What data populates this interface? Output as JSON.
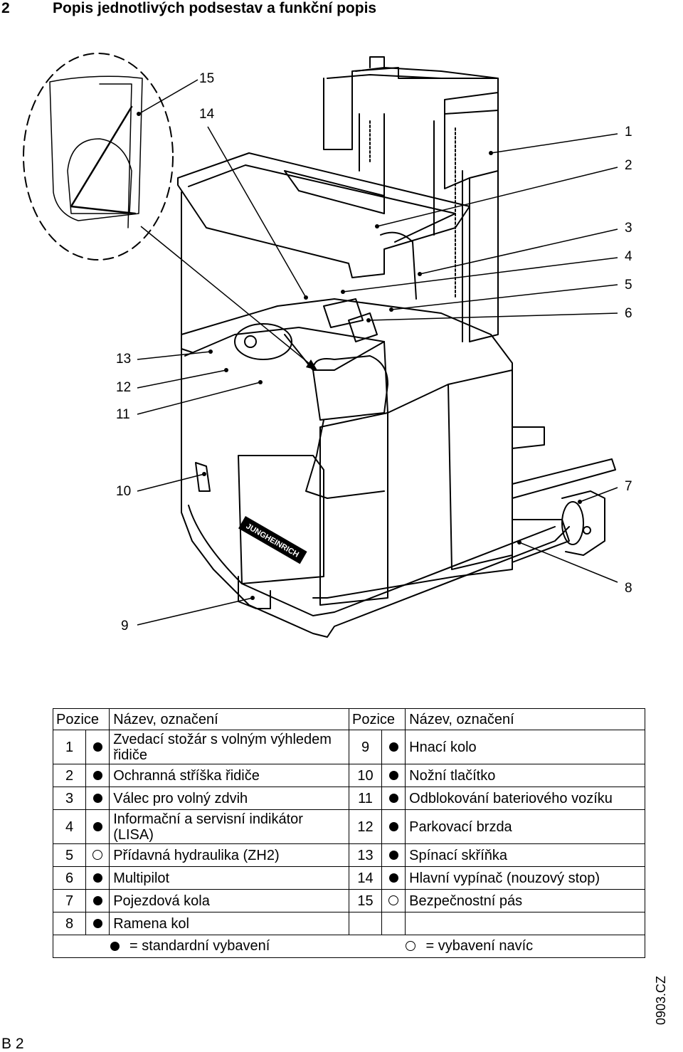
{
  "heading": {
    "number": "2",
    "title": "Popis jednotlivých podsestav a funkční popis"
  },
  "callouts": [
    "15",
    "14",
    "1",
    "2",
    "3",
    "4",
    "5",
    "6",
    "13",
    "12",
    "11",
    "10",
    "7",
    "8",
    "9"
  ],
  "brand_text": "JUNGHEINRICH",
  "table": {
    "header": {
      "pos_left": "Pozice",
      "name_left": "Název, označení",
      "pos_right": "Pozice",
      "name_right": "Název, označení"
    },
    "rows": [
      {
        "p1": "1",
        "m1": "full",
        "n1": "Zvedací stožár s volným výhledem řidiče",
        "p2": "9",
        "m2": "full",
        "n2": "Hnací kolo"
      },
      {
        "p1": "2",
        "m1": "full",
        "n1": "Ochranná stříška řidiče",
        "p2": "10",
        "m2": "full",
        "n2": "Nožní tlačítko"
      },
      {
        "p1": "3",
        "m1": "full",
        "n1": "Válec pro volný zdvih",
        "p2": "11",
        "m2": "full",
        "n2": "Odblokování bateriového vozíku"
      },
      {
        "p1": "4",
        "m1": "full",
        "n1": "Informační a servisní indikátor (LISA)",
        "p2": "12",
        "m2": "full",
        "n2": "Parkovací brzda"
      },
      {
        "p1": "5",
        "m1": "empty",
        "n1": "Přídavná hydraulika (ZH2)",
        "p2": "13",
        "m2": "full",
        "n2": "Spínací skříňka"
      },
      {
        "p1": "6",
        "m1": "full",
        "n1": "Multipilot",
        "p2": "14",
        "m2": "full",
        "n2": "Hlavní vypínač (nouzový stop)"
      },
      {
        "p1": "7",
        "m1": "full",
        "n1": "Pojezdová kola",
        "p2": "15",
        "m2": "empty",
        "n2": "Bezpečnostní pás"
      },
      {
        "p1": "8",
        "m1": "full",
        "n1": "Ramena kol",
        "p2": "",
        "m2": "none",
        "n2": ""
      }
    ],
    "legend": {
      "standard": "= standardní vybavení",
      "optional": "= vybavení navíc"
    }
  },
  "footer": {
    "page": "B 2",
    "code": "0903.CZ"
  }
}
